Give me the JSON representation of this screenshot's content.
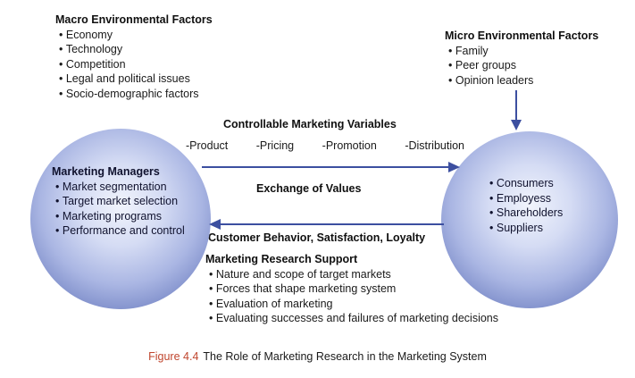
{
  "colors": {
    "arrow": "#3c4fa0",
    "caption_label": "#c0462e",
    "circle_text": "#10122e",
    "sphere_edge": "#5b6cb6",
    "sphere_center": "#f1f4fc"
  },
  "macro": {
    "title": "Macro Environmental Factors",
    "items": [
      "Economy",
      "Technology",
      "Competition",
      "Legal and political issues",
      "Socio-demographic factors"
    ]
  },
  "micro": {
    "title": "Micro Environmental Factors",
    "items": [
      "Family",
      "Peer groups",
      "Opinion leaders"
    ]
  },
  "left_circle": {
    "title": "Marketing Managers",
    "items": [
      "Market segmentation",
      "Target market selection",
      "Marketing programs",
      "Performance and control"
    ]
  },
  "right_circle": {
    "items": [
      "Consumers",
      "Employess",
      "Shareholders",
      "Suppliers"
    ]
  },
  "controllable": {
    "title": "Controllable Marketing Variables",
    "variables": [
      "-Product",
      "-Pricing",
      "-Promotion",
      "-Distribution"
    ]
  },
  "labels": {
    "exchange": "Exchange of Values",
    "customer": "Customer Behavior, Satisfaction, Loyalty"
  },
  "research": {
    "title": "Marketing Research Support",
    "items": [
      "Nature and scope of target markets",
      "Forces that shape marketing system",
      "Evaluation of marketing",
      "Evaluating successes and failures of marketing decisions"
    ]
  },
  "caption": {
    "label": "Figure 4.4",
    "text": "The Role of Marketing Research in the Marketing System"
  }
}
